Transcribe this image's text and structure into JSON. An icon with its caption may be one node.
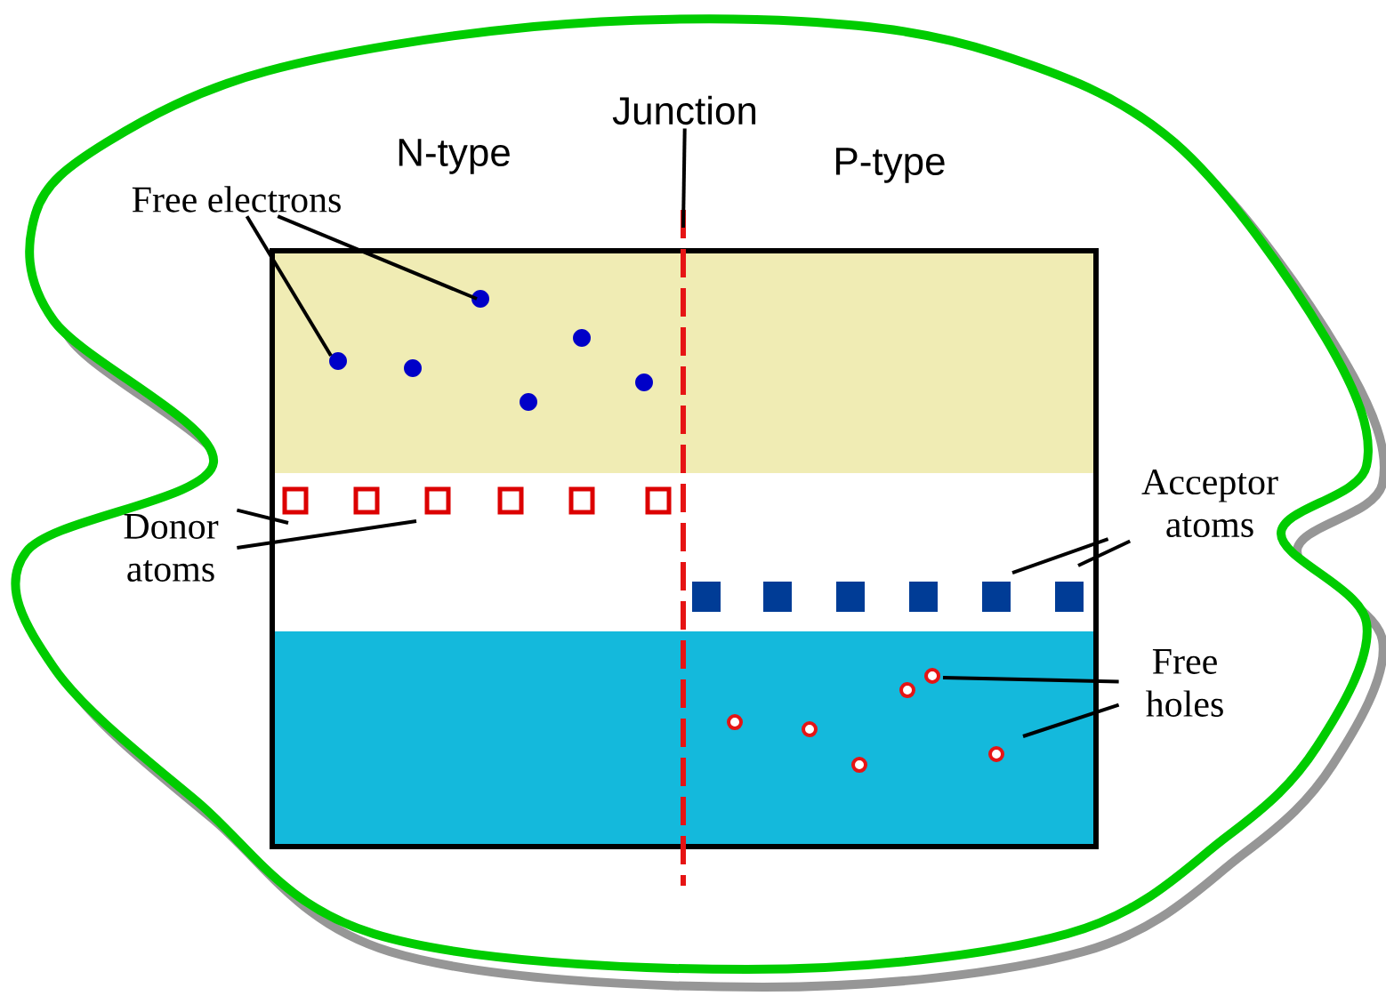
{
  "diagram": {
    "nodes": [
      {
        "text": [
          "Free electrons"
        ]
      },
      {
        "text": [
          "Donor atoms"
        ]
      },
      {
        "text": [
          "Acceptor atoms"
        ]
      },
      {
        "text": [
          "Free holes"
        ]
      },
      {
        "text": [
          "Junction"
        ]
      }
    ],
    "edges": [
      {
        "from": 0,
        "to": null,
        "arrow": "none"
      },
      {
        "from": 0,
        "to": null,
        "arrow": "none"
      },
      {
        "from": 1,
        "to": null,
        "arrow": "none"
      },
      {
        "from": 1,
        "to": null,
        "arrow": "none"
      },
      {
        "from": 2,
        "to": null,
        "arrow": "none"
      },
      {
        "from": 2,
        "to": null,
        "arrow": "none"
      },
      {
        "from": 3,
        "to": null,
        "arrow": "none"
      },
      {
        "from": 3,
        "to": null,
        "arrow": "none"
      },
      {
        "from": 4,
        "to": null,
        "arrow": "none"
      }
    ],
    "labels": [
      "N-type",
      "P-type"
    ]
  }
}
